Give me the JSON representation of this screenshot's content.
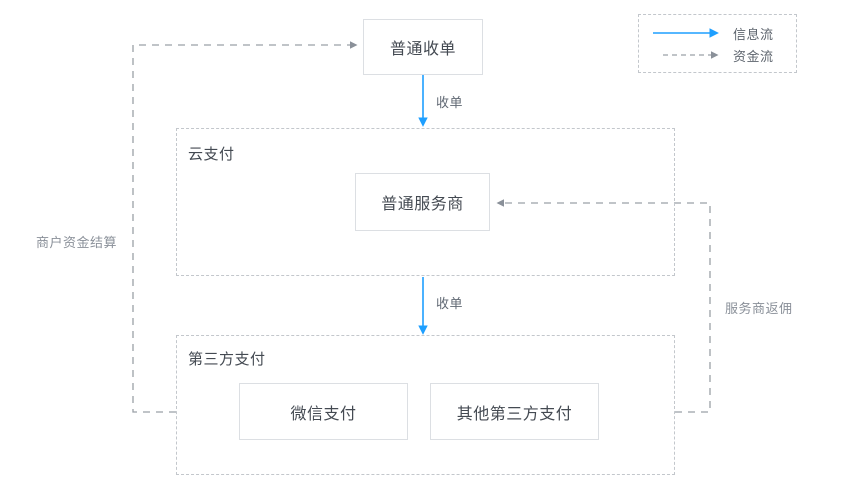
{
  "diagram": {
    "title_nodes": {
      "acquiring": "普通收单",
      "service_provider": "普通服务商",
      "wechat_pay": "微信支付",
      "other_third_party": "其他第三方支付"
    },
    "groups": [
      {
        "id": "cloud-pay",
        "label": "云支付"
      },
      {
        "id": "third-party-pay",
        "label": "第三方支付"
      }
    ],
    "edge_labels": {
      "acquiring_to_cloud": "收单",
      "cloud_to_third_party": "收单",
      "merchant_settlement": "商户资金结算",
      "provider_rebate": "服务商返佣"
    },
    "legend": {
      "items": [
        {
          "id": "info-flow",
          "label": "信息流",
          "style": "solid",
          "color": "#1E9FFF"
        },
        {
          "id": "fund-flow",
          "label": "资金流",
          "style": "dashed",
          "color": "#8a9099"
        }
      ]
    },
    "colors": {
      "info_flow": "#1E9FFF",
      "fund_flow": "#9aa0a6",
      "node_border": "#dcdfe3",
      "group_border": "#c3c7cc",
      "node_text": "#444a52",
      "muted_text": "#8a9099",
      "background": "#ffffff"
    }
  }
}
